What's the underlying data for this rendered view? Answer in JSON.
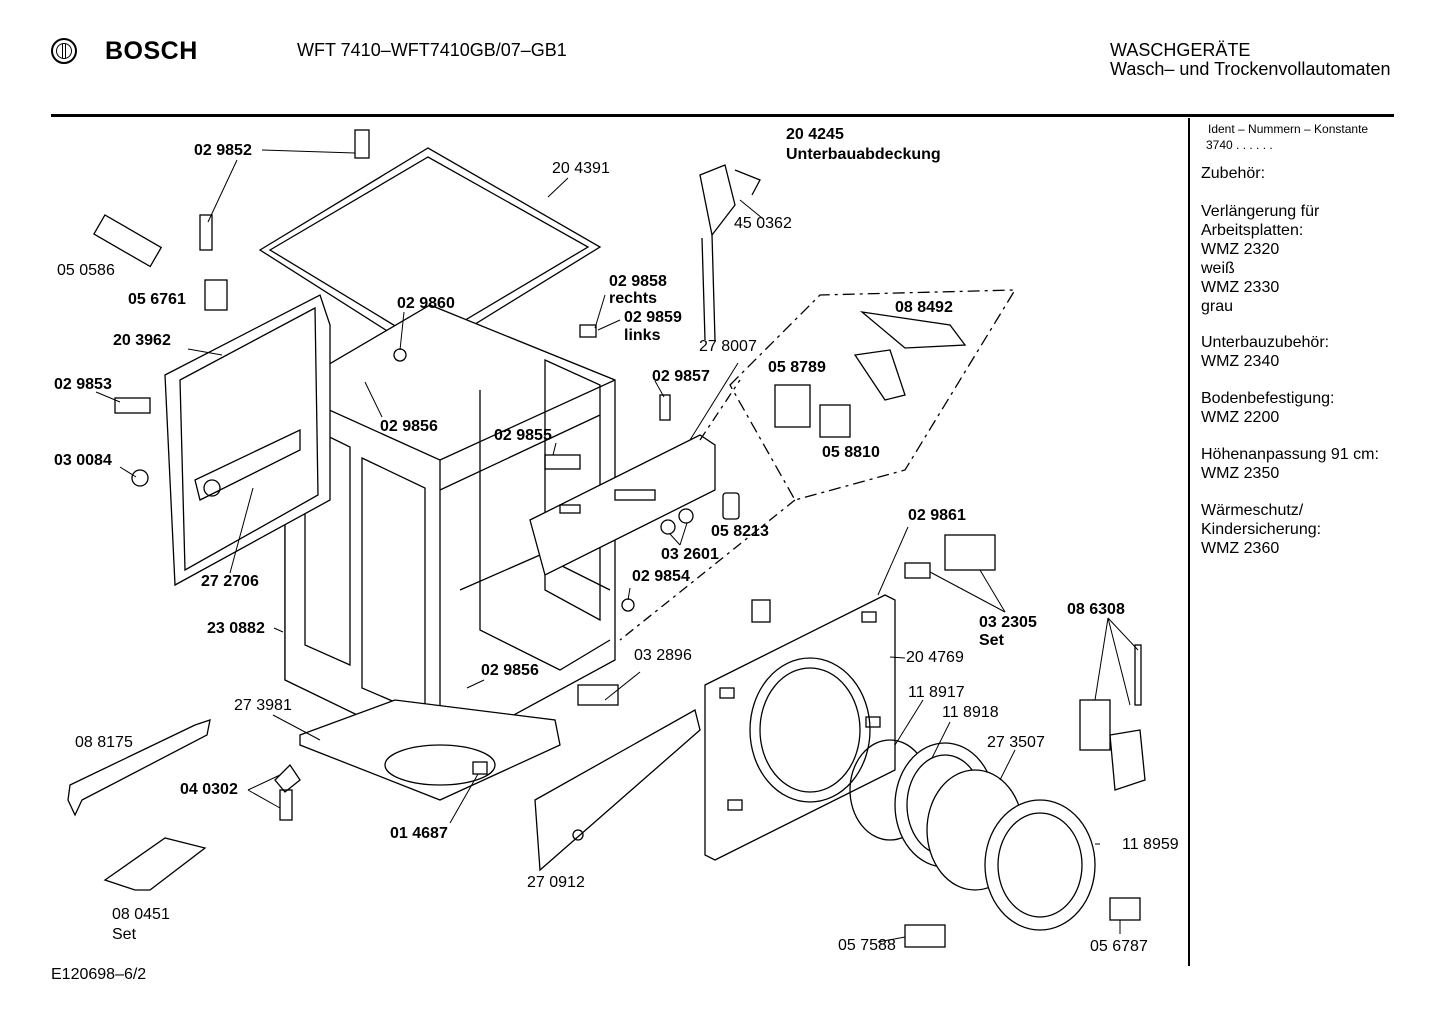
{
  "header": {
    "brand": "BOSCH",
    "model": "WFT 7410–WFT7410GB/07–GB1",
    "category": "WASCHGERÄTE",
    "subcategory": "Wasch– und Trockenvollautomaten"
  },
  "sidebar": {
    "ident_title": "Ident – Nummern – Konstante",
    "ident_value": "3740 . . . . . .",
    "items": [
      {
        "title": "Zubehör:"
      },
      {
        "title": "Verlängerung für",
        "lines": [
          "Arbeitsplatten:",
          "WMZ 2320",
          "weiß",
          "WMZ 2330",
          "grau"
        ]
      },
      {
        "title": "Unterbauzubehör:",
        "lines": [
          "WMZ 2340"
        ]
      },
      {
        "title": "Bodenbefestigung:",
        "lines": [
          "WMZ 2200"
        ]
      },
      {
        "title": "Höhenanpassung 91 cm:",
        "lines": [
          "WMZ 2350"
        ]
      },
      {
        "title": "Wärmeschutz/",
        "lines": [
          "Kindersicherung:",
          "WMZ 2360"
        ]
      }
    ]
  },
  "parts": [
    {
      "id": "p1",
      "text": "02 9852",
      "bold": true
    },
    {
      "id": "p2",
      "text": "20 4391",
      "bold": false
    },
    {
      "id": "p3",
      "text": "20 4245",
      "bold": true
    },
    {
      "id": "p4",
      "text": "Unterbauabdeckung",
      "bold": true
    },
    {
      "id": "p5",
      "text": "45 0362",
      "bold": false
    },
    {
      "id": "p6",
      "text": "05 0586",
      "bold": false
    },
    {
      "id": "p7",
      "text": "05 6761",
      "bold": true
    },
    {
      "id": "p8",
      "text": "02 9858",
      "bold": true
    },
    {
      "id": "p9",
      "text": "rechts",
      "bold": true
    },
    {
      "id": "p10",
      "text": "02 9859",
      "bold": true
    },
    {
      "id": "p11",
      "text": "links",
      "bold": true
    },
    {
      "id": "p12",
      "text": "08 8492",
      "bold": true
    },
    {
      "id": "p13",
      "text": "02 9860",
      "bold": true
    },
    {
      "id": "p14",
      "text": "20 3962",
      "bold": true
    },
    {
      "id": "p15",
      "text": "27 8007",
      "bold": false
    },
    {
      "id": "p16",
      "text": "05 8789",
      "bold": true
    },
    {
      "id": "p17",
      "text": "02 9853",
      "bold": true
    },
    {
      "id": "p18",
      "text": "02 9857",
      "bold": true
    },
    {
      "id": "p19",
      "text": "02 9856",
      "bold": true
    },
    {
      "id": "p20",
      "text": "02 9855",
      "bold": true
    },
    {
      "id": "p21",
      "text": "05 8810",
      "bold": true
    },
    {
      "id": "p22",
      "text": "03 0084",
      "bold": true
    },
    {
      "id": "p23",
      "text": "02 9861",
      "bold": true
    },
    {
      "id": "p24",
      "text": "05 8213",
      "bold": true
    },
    {
      "id": "p25",
      "text": "03 2601",
      "bold": true
    },
    {
      "id": "p26",
      "text": "27 2706",
      "bold": true
    },
    {
      "id": "p27",
      "text": "02 9854",
      "bold": true
    },
    {
      "id": "p28",
      "text": "03 2305",
      "bold": true
    },
    {
      "id": "p29",
      "text": "Set",
      "bold": true
    },
    {
      "id": "p30",
      "text": "08 6308",
      "bold": true
    },
    {
      "id": "p31",
      "text": "23 0882",
      "bold": true
    },
    {
      "id": "p32",
      "text": "03 2896",
      "bold": false
    },
    {
      "id": "p33",
      "text": "20 4769",
      "bold": false
    },
    {
      "id": "p34",
      "text": "02 9856",
      "bold": true
    },
    {
      "id": "p35",
      "text": "11 8917",
      "bold": false
    },
    {
      "id": "p36",
      "text": "27 3981",
      "bold": false
    },
    {
      "id": "p37",
      "text": "11 8918",
      "bold": false
    },
    {
      "id": "p38",
      "text": "27 3507",
      "bold": false
    },
    {
      "id": "p39",
      "text": "08 8175",
      "bold": false
    },
    {
      "id": "p40",
      "text": "04 0302",
      "bold": true
    },
    {
      "id": "p41",
      "text": "01 4687",
      "bold": true
    },
    {
      "id": "p42",
      "text": "11 8959",
      "bold": false
    },
    {
      "id": "p43",
      "text": "27 0912",
      "bold": false
    },
    {
      "id": "p44",
      "text": "08 0451",
      "bold": false
    },
    {
      "id": "p45",
      "text": "Set",
      "bold": false
    },
    {
      "id": "p46",
      "text": "05 7588",
      "bold": false
    },
    {
      "id": "p47",
      "text": "05 6787",
      "bold": false
    }
  ],
  "footer": {
    "code": "E120698–6/2"
  }
}
